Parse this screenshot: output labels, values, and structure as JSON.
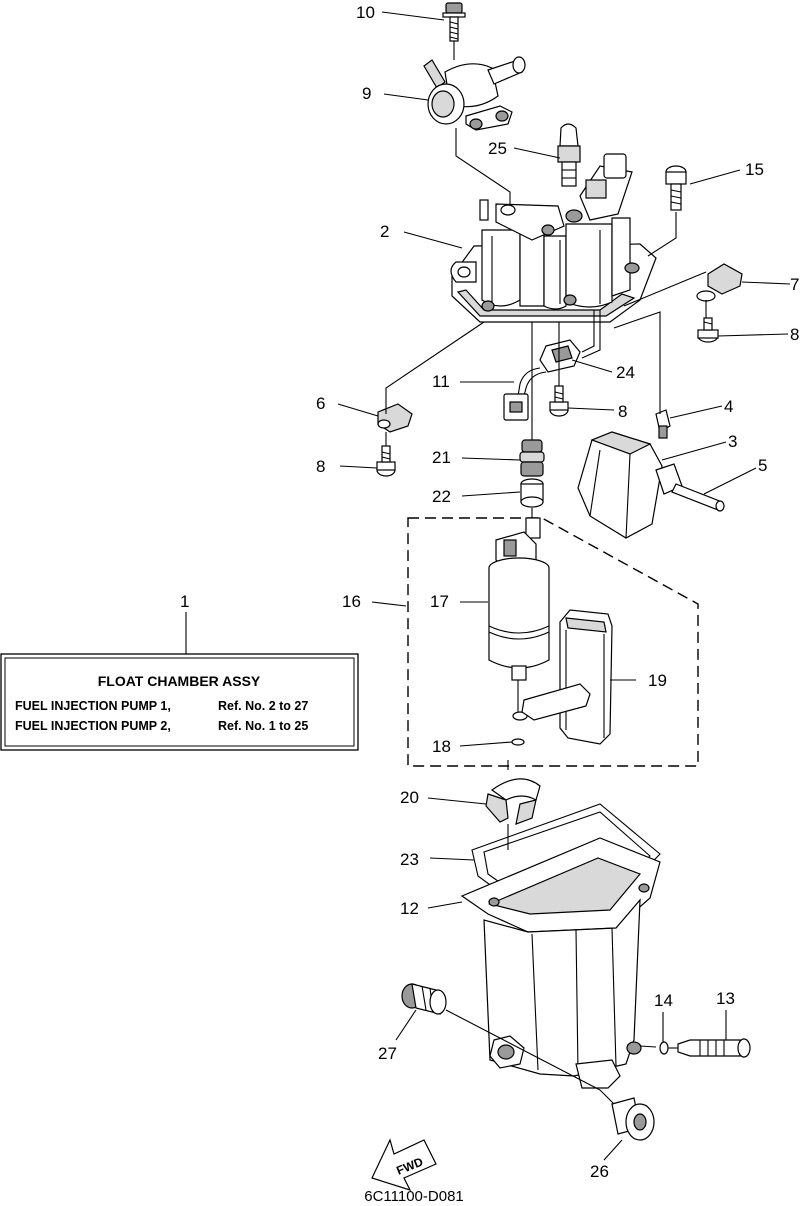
{
  "title_box": {
    "title": "FLOAT CHAMBER ASSY",
    "rows": [
      {
        "pump": "FUEL INJECTION PUMP 1,",
        "refs": "Ref. No. 2 to 27"
      },
      {
        "pump": "FUEL INJECTION PUMP 2,",
        "refs": "Ref. No. 1 to 25"
      }
    ]
  },
  "callouts": {
    "c1": "1",
    "c2": "2",
    "c3": "3",
    "c4": "4",
    "c5": "5",
    "c6": "6",
    "c7": "7",
    "c8a": "8",
    "c8b": "8",
    "c8c": "8",
    "c9": "9",
    "c10": "10",
    "c11": "11",
    "c12": "12",
    "c13": "13",
    "c14": "14",
    "c15": "15",
    "c16": "16",
    "c17": "17",
    "c18": "18",
    "c19": "19",
    "c20": "20",
    "c21": "21",
    "c22": "22",
    "c23": "23",
    "c24": "24",
    "c25": "25",
    "c26": "26",
    "c27": "27"
  },
  "fwd_label": "FWD",
  "drawing_code": "6C11100-D081"
}
